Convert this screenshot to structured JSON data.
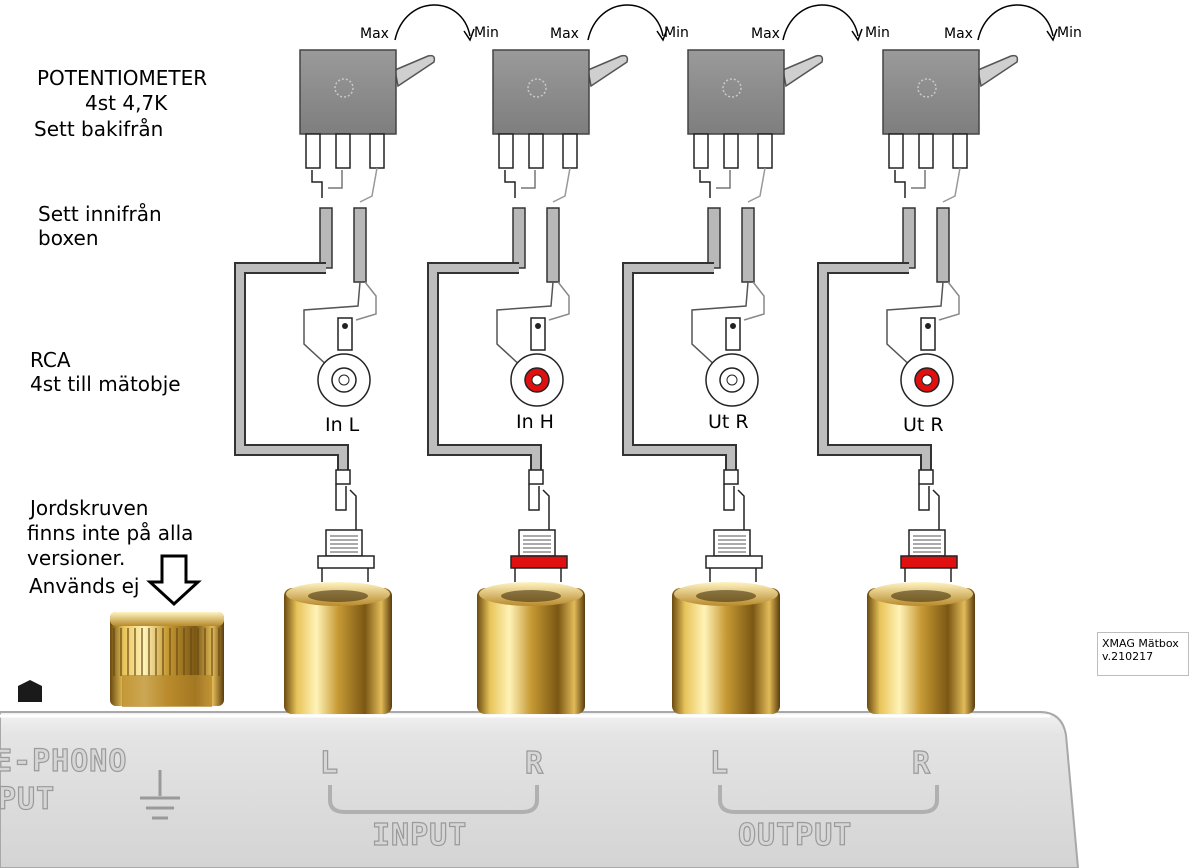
{
  "labels": {
    "potentiometer": [
      "POTENTIOMETER",
      "4st 4,7K",
      "Sett bakifrån"
    ],
    "inside": [
      "Sett innifrån",
      "boxen"
    ],
    "rca": [
      "RCA",
      "4st till mätobje"
    ],
    "ground": [
      "Jordskruven",
      "finns inte på alla",
      "versioner.",
      "Används ej"
    ]
  },
  "max_label": "Max",
  "min_label": "Min",
  "channels": [
    {
      "label": "In  L",
      "center_color": "#ffffff",
      "washer_color": "#ffffff"
    },
    {
      "label": "In  H",
      "center_color": "#e01010",
      "washer_color": "#e01010"
    },
    {
      "label": "Ut  R",
      "center_color": "#ffffff",
      "washer_color": "#ffffff"
    },
    {
      "label": "Ut  R",
      "center_color": "#e01010",
      "washer_color": "#e01010"
    }
  ],
  "panel": {
    "left_text": [
      "E-PHONO",
      "PUT"
    ],
    "input_label": "INPUT",
    "output_label": "OUTPUT",
    "l": "L",
    "r": "R"
  },
  "version_box": [
    "XMAG Mätbox",
    "v.210217"
  ]
}
